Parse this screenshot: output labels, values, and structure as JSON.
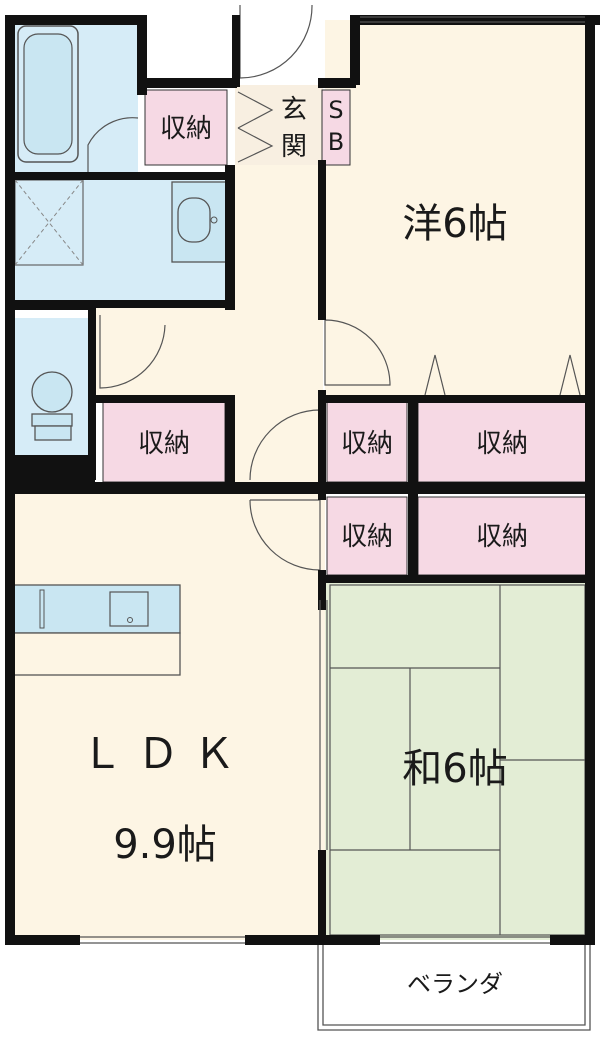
{
  "plan": {
    "rooms": {
      "western": "洋6帖",
      "japanese": "和6帖",
      "ldk_name": "ＬＤＫ",
      "ldk_size": "9.9帖",
      "veranda": "ベランダ"
    },
    "storage_labels": {
      "top_left": "収納",
      "mid_left": "収納",
      "mid_center": "収納",
      "mid_right": "収納",
      "low_center": "収納",
      "low_right": "収納"
    },
    "entrance": {
      "char1": "玄",
      "char2": "関"
    },
    "shoe_box": {
      "char1": "S",
      "char2": "B"
    },
    "colors": {
      "wall": "#111111",
      "storage_fill": "#f6d9e4",
      "wet_area_fill": "#d6ecf7",
      "ldk_fill": "#fdf5e4",
      "western_fill": "#fdf5e4",
      "japanese_fill": "#e3edd5",
      "fixture_fill": "#c9e6f2"
    }
  }
}
